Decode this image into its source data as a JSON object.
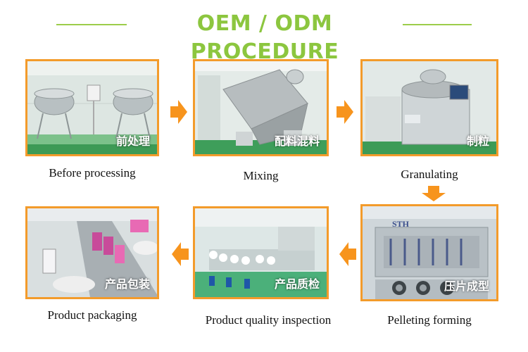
{
  "header": {
    "title": "OEM / ODM PROCEDURE"
  },
  "steps": [
    {
      "tag": "前处理",
      "caption": "Before processing"
    },
    {
      "tag": "配料混料",
      "caption": "Mixing"
    },
    {
      "tag": "制粒",
      "caption": "Granulating"
    },
    {
      "tag": "产品包装",
      "caption": "Product packaging"
    },
    {
      "tag": "产品质检",
      "caption": "Product quality inspection"
    },
    {
      "tag": "压片成型",
      "caption": "Pelleting forming",
      "machine_label": "STH"
    }
  ],
  "colors": {
    "accent_green": "#8cc63f",
    "frame_orange": "#f39b2b",
    "arrow_orange": "#f7941d"
  }
}
